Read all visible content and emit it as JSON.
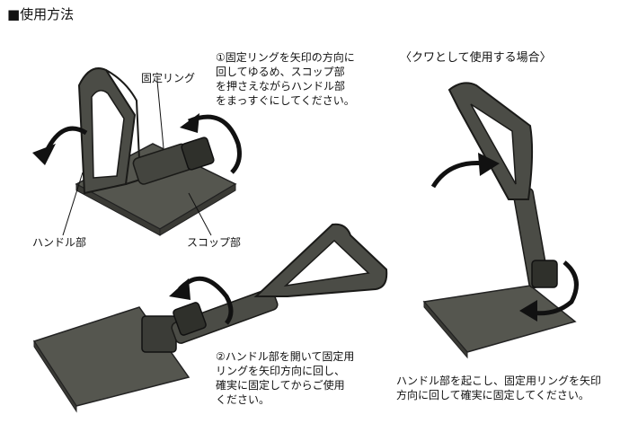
{
  "header": {
    "title": "■使用方法"
  },
  "labels": {
    "fixing_ring": "固定リング",
    "handle": "ハンドル部",
    "scoop": "スコップ部"
  },
  "steps": {
    "step1": [
      "①固定リングを矢印の方向に",
      "回してゆるめ、スコップ部",
      "を押さえながらハンドル部",
      "をまっすぐにしてください。"
    ],
    "step2": [
      "②ハンドル部を開いて固定用",
      "リングを矢印方向に回し、",
      "確実に固定してからご使用",
      "ください。"
    ]
  },
  "hoe": {
    "heading": "〈クワとして使用する場合〉",
    "instruction": [
      "ハンドル部を起こし、固定用リングを矢印",
      "方向に回して確実に固定してください。"
    ]
  },
  "colors": {
    "tool_fill": "#55564f",
    "tool_dark": "#2c2c28",
    "tool_light": "#8a8b84",
    "line": "#111111"
  }
}
